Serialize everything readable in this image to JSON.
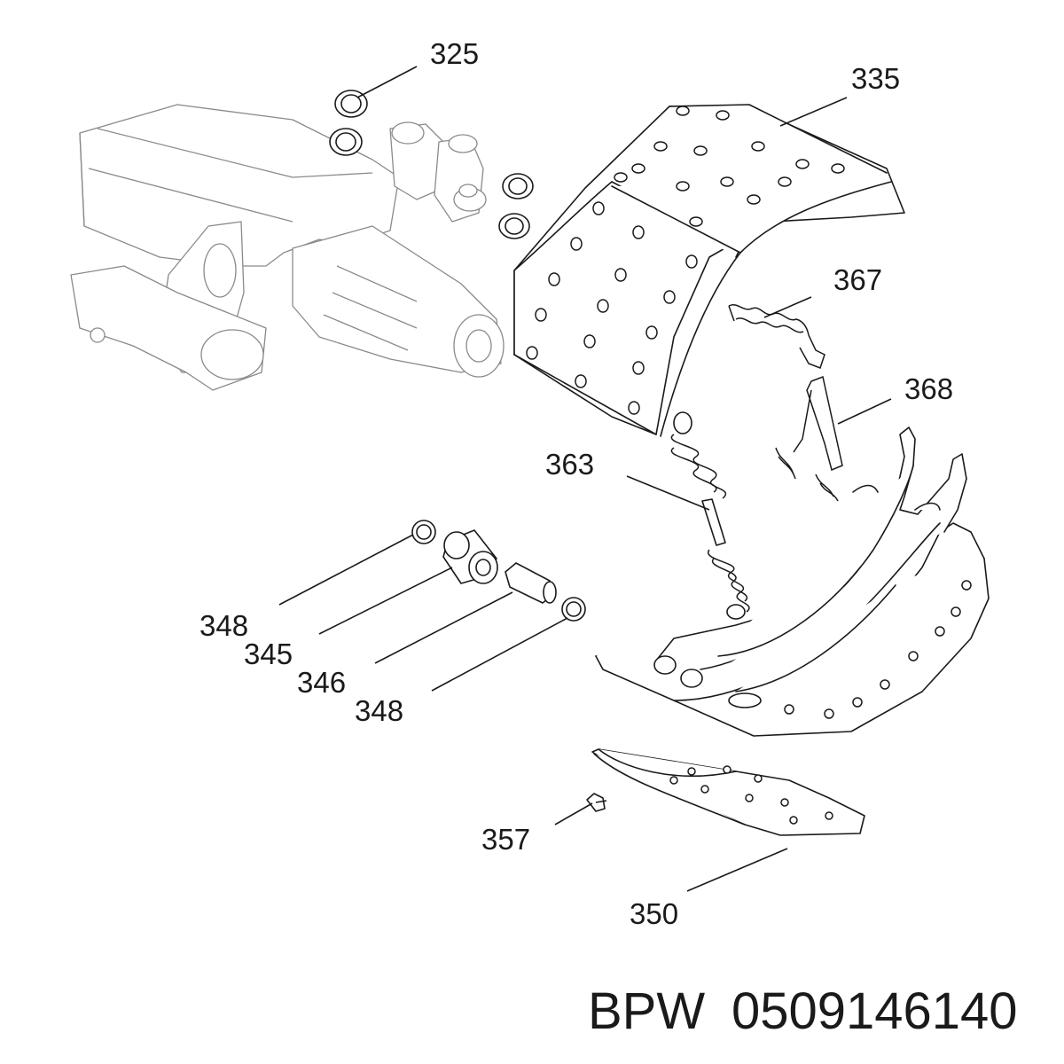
{
  "callouts": {
    "c325": "325",
    "c335": "335",
    "c367": "367",
    "c368": "368",
    "c363": "363",
    "c348a": "348",
    "c345": "345",
    "c346": "346",
    "c348b": "348",
    "c357": "357",
    "c350": "350"
  },
  "footer": {
    "brand": "BPW",
    "part_number": "0509146140"
  }
}
